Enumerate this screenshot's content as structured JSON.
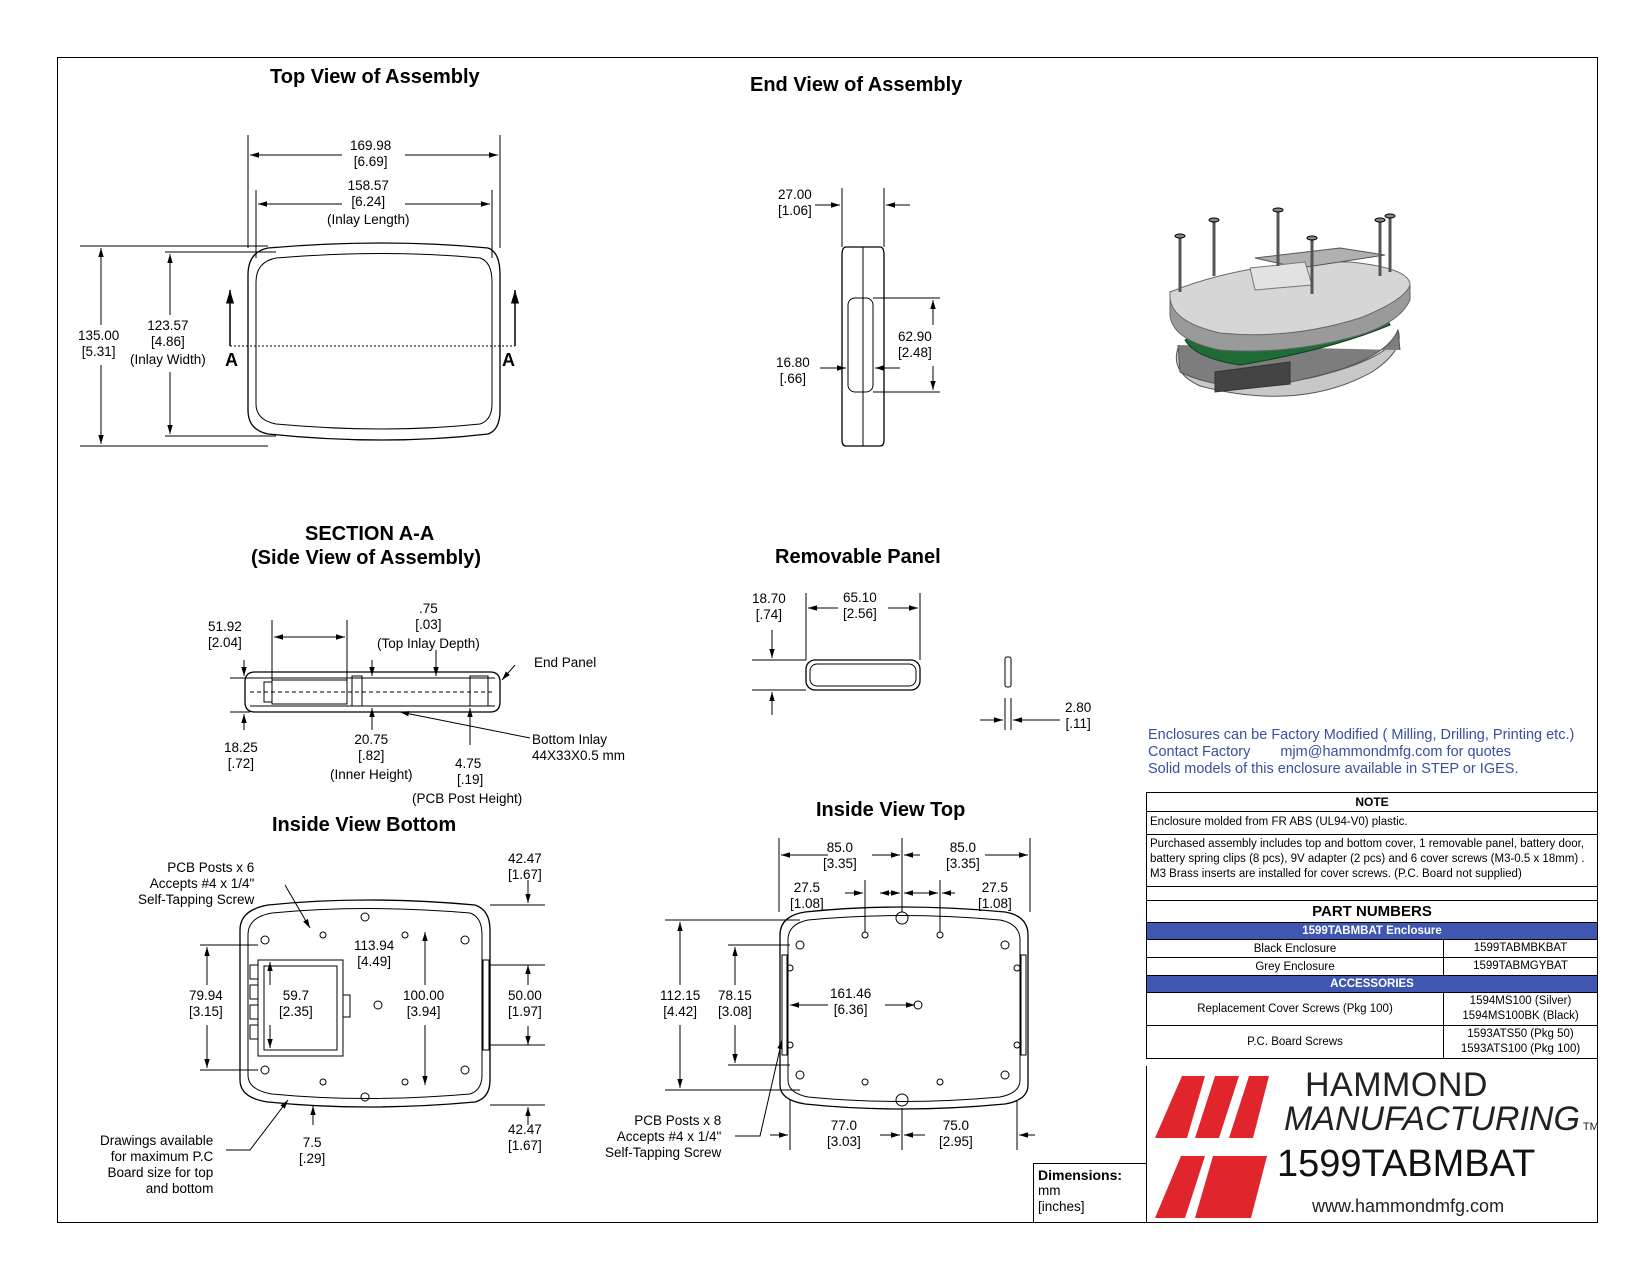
{
  "titles": {
    "top_view": "Top View of Assembly",
    "end_view": "End View of Assembly",
    "section": "SECTION A-A",
    "section_sub": "(Side View of Assembly)",
    "panel": "Removable Panel",
    "inside_bottom": "Inside View Bottom",
    "inside_top": "Inside View Top"
  },
  "top_view": {
    "d1": "169.98",
    "d1_in": "[6.69]",
    "d2": "158.57",
    "d2_in": "[6.24]",
    "d2_note": "(Inlay Length)",
    "d3": "135.00",
    "d3_in": "[5.31]",
    "d4": "123.57",
    "d4_in": "[4.86]",
    "d4_note": "(Inlay Width)",
    "marker": "A"
  },
  "end_view": {
    "d1": "27.00",
    "d1_in": "[1.06]",
    "d2": "62.90",
    "d2_in": "[2.48]",
    "d3": "16.80",
    "d3_in": "[.66]"
  },
  "section": {
    "d1": "51.92",
    "d1_in": "[2.04]",
    "d2": ".75",
    "d2_in": "[.03]",
    "d2_note": "(Top Inlay Depth)",
    "end_panel": "End Panel",
    "d3": "18.25",
    "d3_in": "[.72]",
    "d4": "20.75",
    "d4_in": "[.82]",
    "d4_note": "(Inner Height)",
    "d5": "4.75",
    "d5_in": "[.19]",
    "d5_note": "(PCB Post Height)",
    "inlay1": "Bottom Inlay",
    "inlay2": "44X33X0.5 mm"
  },
  "panel": {
    "d1": "18.70",
    "d1_in": "[.74]",
    "d2": "65.10",
    "d2_in": "[2.56]",
    "d3": "2.80",
    "d3_in": "[.11]"
  },
  "inside_bottom": {
    "posts1": "PCB Posts x 6",
    "posts2": "Accepts #4 x 1/4\"",
    "posts3": "Self-Tapping Screw",
    "d1": "42.47",
    "d1_in": "[1.67]",
    "d2": "113.94",
    "d2_in": "[4.49]",
    "d3": "79.94",
    "d3_in": "[3.15]",
    "d4": "59.7",
    "d4_in": "[2.35]",
    "d5": "100.00",
    "d5_in": "[3.94]",
    "d6": "50.00",
    "d6_in": "[1.97]",
    "d7": "42.47",
    "d7_in": "[1.67]",
    "d8": "7.5",
    "d8_in": "[.29]",
    "note1": "Drawings available",
    "note2": "for maximum P.C",
    "note3": "Board size for top",
    "note4": "and bottom"
  },
  "inside_top": {
    "d1": "85.0",
    "d1_in": "[3.35]",
    "d2": "85.0",
    "d2_in": "[3.35]",
    "d3": "27.5",
    "d3_in": "[1.08]",
    "d4": "27.5",
    "d4_in": "[1.08]",
    "d5": "112.15",
    "d5_in": "[4.42]",
    "d6": "78.15",
    "d6_in": "[3.08]",
    "d7": "161.46",
    "d7_in": "[6.36]",
    "d8": "77.0",
    "d8_in": "[3.03]",
    "d9": "75.0",
    "d9_in": "[2.95]",
    "posts1": "PCB Posts x 8",
    "posts2": "Accepts #4 x 1/4\"",
    "posts3": "Self-Tapping Screw"
  },
  "factory": {
    "line1": "Enclosures can be Factory Modified ( Milling, Drilling, Printing etc.)",
    "line2a": "Contact Factory",
    "line2b": "mjm@hammondmfg.com for quotes",
    "line3": "Solid models of this enclosure available in STEP or IGES."
  },
  "notes": {
    "header": "NOTE",
    "n1": "Enclosure molded from FR ABS (UL94-V0) plastic.",
    "n2": "Purchased assembly includes top and bottom cover, 1 removable panel, battery door, battery spring clips (8 pcs), 9V adapter (2 pcs) and 6 cover screws (M3-0.5 x 18mm) . M3 Brass inserts are installed for cover screws. (P.C. Board not supplied)",
    "pn_header": "PART NUMBERS",
    "band1": "1599TABMBAT Enclosure",
    "r1a": "Black Enclosure",
    "r1b": "1599TABMBKBAT",
    "r2a": "Grey Enclosure",
    "r2b": "1599TABMGYBAT",
    "band2": "ACCESSORIES",
    "r3a": "Replacement Cover Screws (Pkg 100)",
    "r3b": "1594MS100 (Silver)",
    "r3c": "1594MS100BK (Black)",
    "r4a": "P.C. Board Screws",
    "r4b": "1593ATS50 (Pkg 50)",
    "r4c": "1593ATS100 (Pkg 100)"
  },
  "logo": {
    "name1": "HAMMOND",
    "name2": "MANUFACTURING",
    "tm": "TM",
    "model": "1599TABMBAT",
    "url": "www.hammondmfg.com",
    "color": "#e0262c"
  },
  "dims_box": {
    "title": "Dimensions:",
    "mm": "mm",
    "inches": "[inches]"
  }
}
